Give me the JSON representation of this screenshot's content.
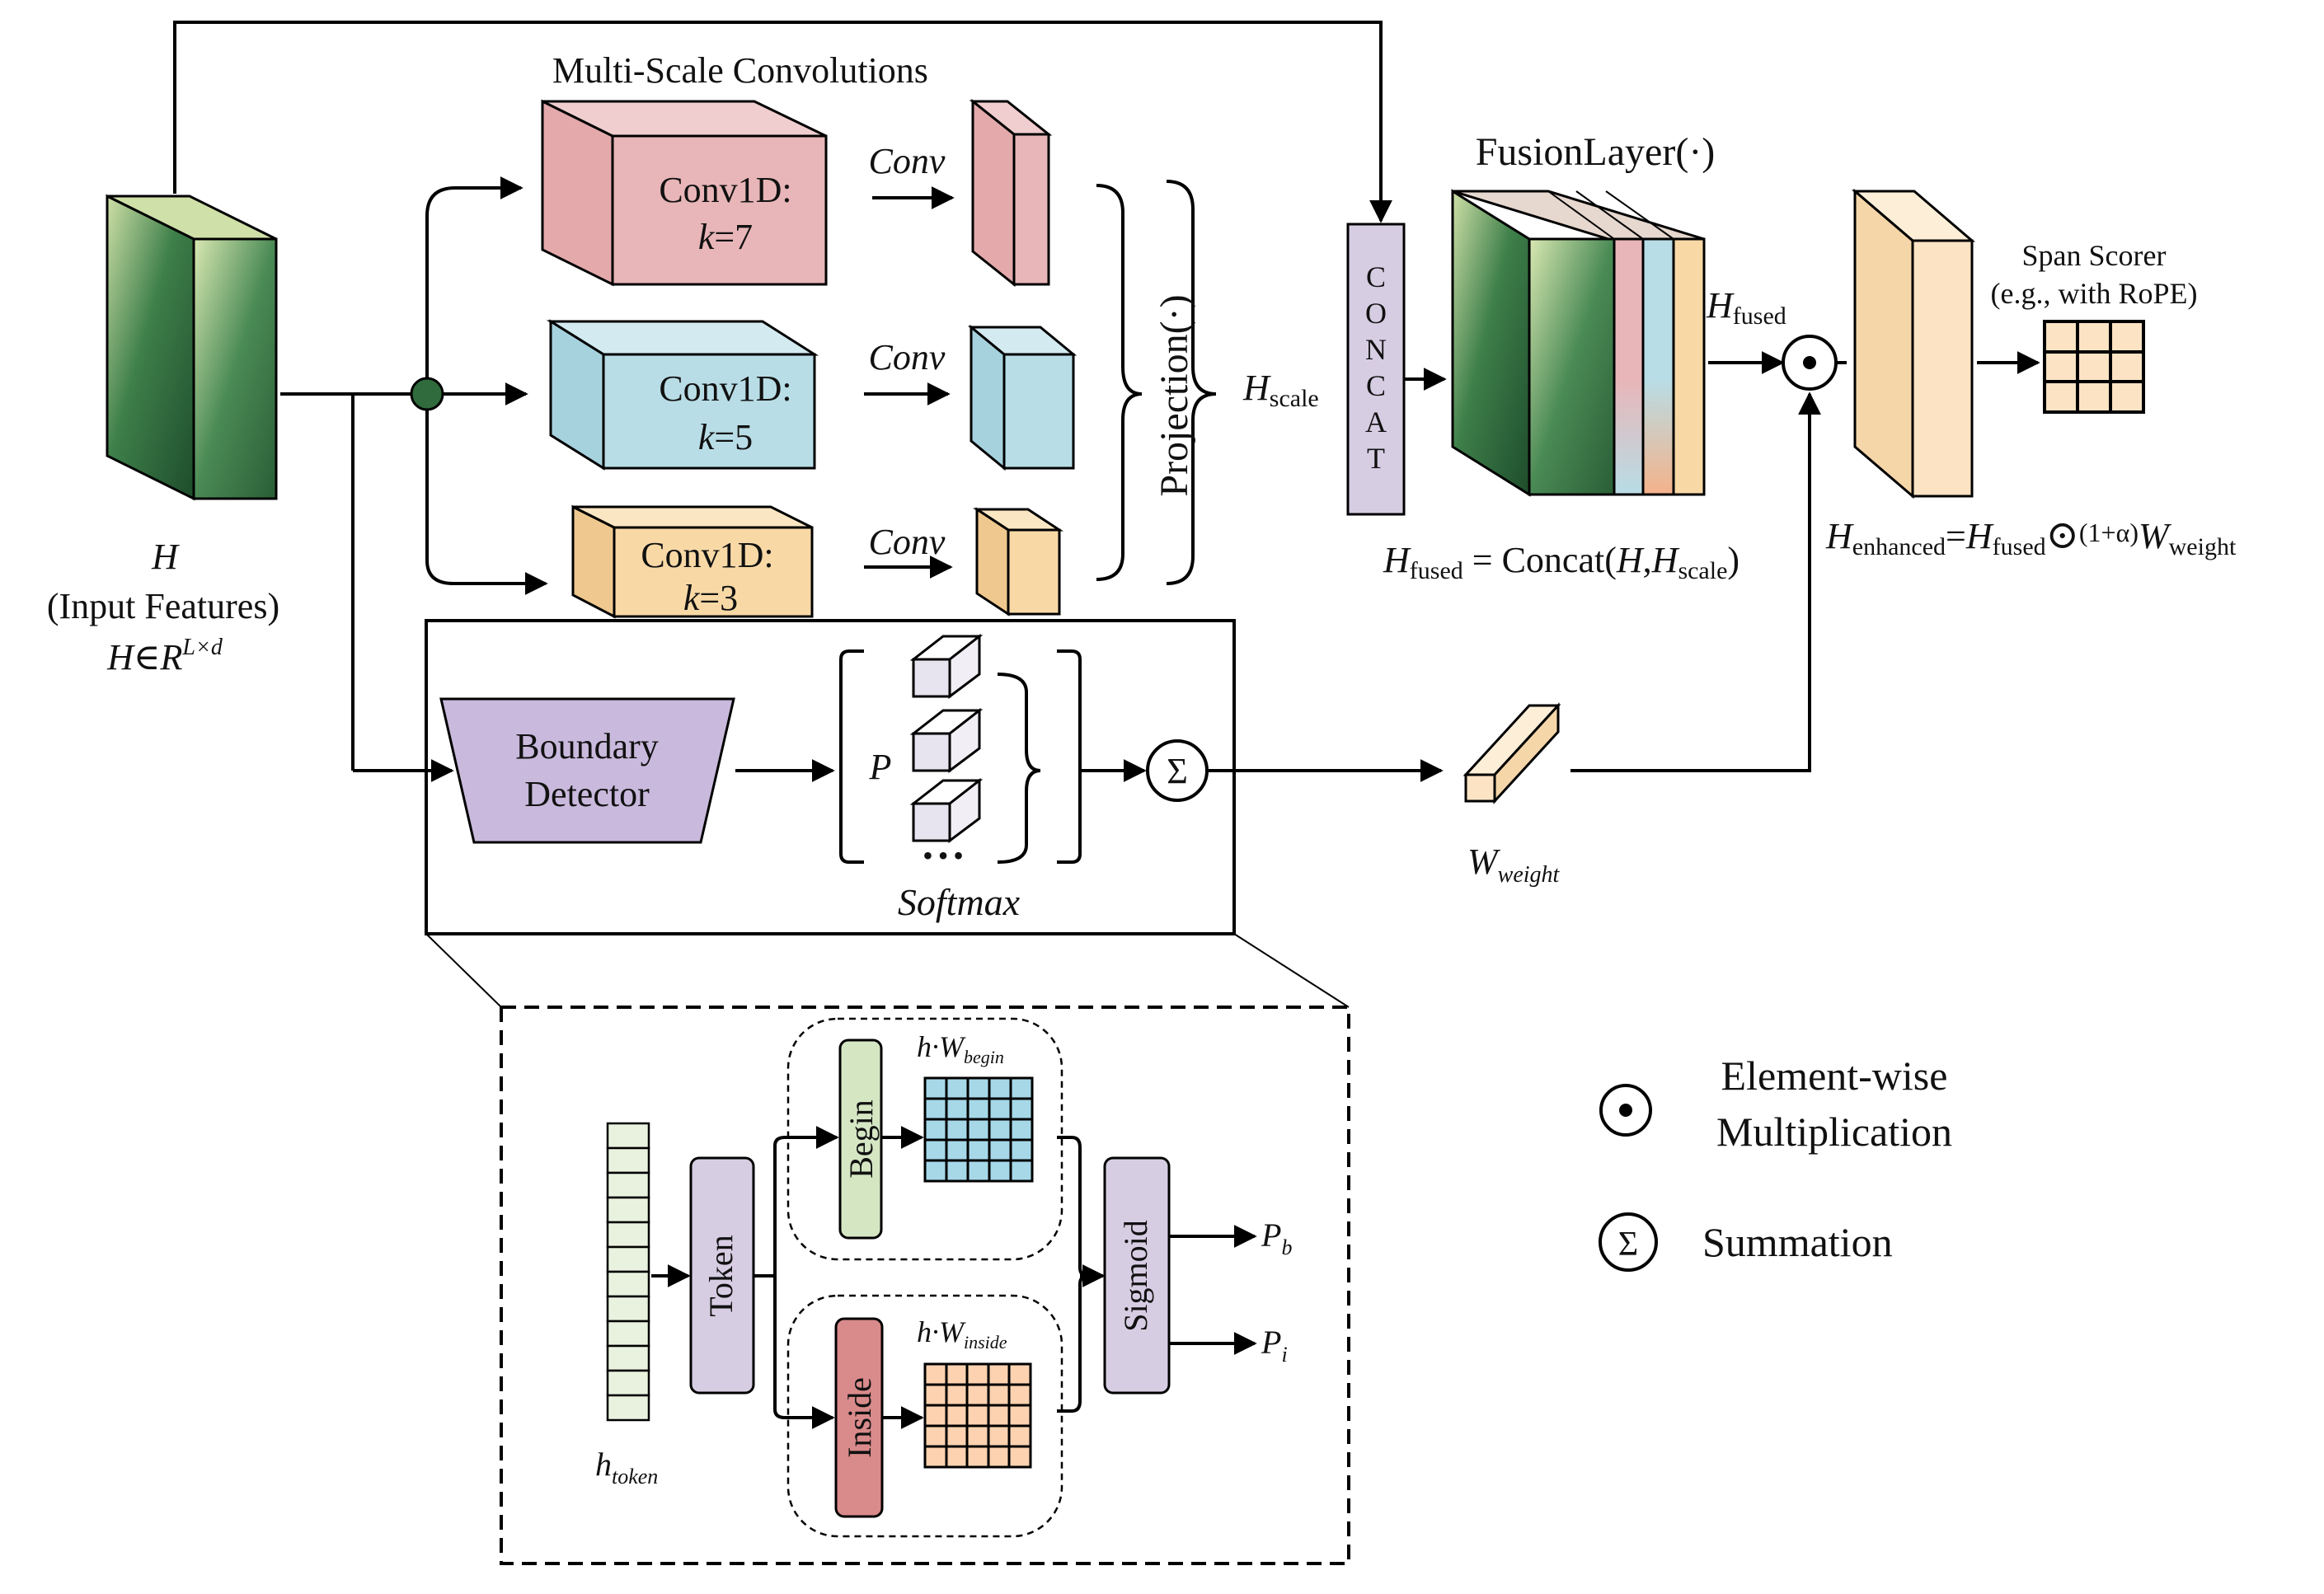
{
  "title": "Multi-Scale Convolutions",
  "input": {
    "symbol": "H",
    "caption": "(Input Features)",
    "domain_prefix": "H∈R",
    "domain_sup": "L×d"
  },
  "convs": [
    {
      "label": "Conv1D:",
      "k_prefix": "k",
      "k_value": "=7",
      "op": "Conv"
    },
    {
      "label": "Conv1D:",
      "k_prefix": "k",
      "k_value": "=5",
      "op": "Conv"
    },
    {
      "label": "Conv1D:",
      "k_prefix": "k",
      "k_value": "=3",
      "op": "Conv"
    }
  ],
  "projection": "Projection(·)",
  "h_scale": {
    "base": "H",
    "sub": "scale"
  },
  "concat": [
    "C",
    "O",
    "N",
    "C",
    "A",
    "T"
  ],
  "fusion": {
    "title": "FusionLayer(·)",
    "h_fused": {
      "base": "H",
      "sub": "fused"
    },
    "eq_lhs": "H",
    "eq_lhs_sub": "fused",
    "eq_mid": " = Concat(",
    "eq_a": "H",
    "eq_comma": ",",
    "eq_b": "H",
    "eq_b_sub": "scale",
    "eq_close": ")"
  },
  "enhanced": {
    "lhs": "H",
    "lhs_sub": "enhanced",
    "eq": "=",
    "rhs": "H",
    "rhs_sub": "fused",
    "circ": "⊙",
    "factor": "(1+α)",
    "w": "W",
    "w_sub": "weight"
  },
  "span_scorer": {
    "title": "Span Scorer",
    "subtitle": "(e.g., with RoPE)"
  },
  "boundary": {
    "detector_line1": "Boundary",
    "detector_line2": "Detector",
    "p": "P",
    "dots": "•••",
    "softmax": "Softmax",
    "sigma": "Σ",
    "w_weight": "W",
    "w_weight_sub": "weight"
  },
  "detail": {
    "token": "Token",
    "begin": "Begin",
    "inside": "Inside",
    "sigmoid": "Sigmoid",
    "h_w_begin": "h·W",
    "h_w_begin_sub": "begin",
    "h_w_inside": "h·W",
    "h_w_inside_sub": "inside",
    "h_token": "h",
    "h_token_sub": "token",
    "pb": "P",
    "pb_sub": "b",
    "pi": "P",
    "pi_sub": "i"
  },
  "legend": [
    {
      "symbol": "⊙",
      "line1": "Element-wise",
      "line2": "Multiplication"
    },
    {
      "symbol": "Σ",
      "line1": "Summation",
      "line2": ""
    }
  ],
  "colors": {
    "pink": "#e8b6b8",
    "blue": "#b8dde6",
    "orange": "#f8d9a6",
    "purple": "#d7cde3",
    "cream": "#fbe3c4",
    "green_dark": "#2f6b3c",
    "green_light": "#cfe0a8",
    "light_green_cells": "#e9f2df",
    "begin_green": "#d5e6c3",
    "inside_red": "#d98a8a",
    "grid_blue": "#a6d8e8",
    "grid_orange": "#fcd2b0"
  }
}
